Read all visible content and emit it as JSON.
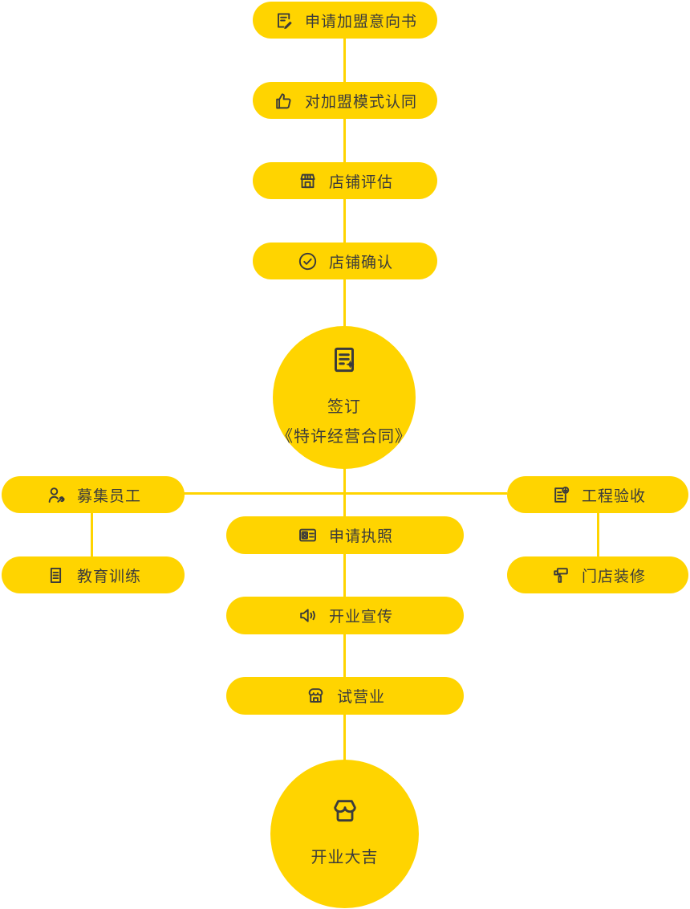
{
  "colors": {
    "node_fill": "#FFD400",
    "connector": "#FFD400",
    "text": "#3B3B3B",
    "background": "#FFFFFF"
  },
  "flow": {
    "top": [
      {
        "label": "申请加盟意向书",
        "icon": "edit-document-icon"
      },
      {
        "label": "对加盟模式认同",
        "icon": "thumbs-up-icon"
      },
      {
        "label": "店铺评估",
        "icon": "storefront-icon"
      },
      {
        "label": "店铺确认",
        "icon": "check-circle-icon"
      }
    ],
    "contract": {
      "line1": "签订",
      "line2": "《特许经营合同》",
      "icon": "contract-icon"
    },
    "left": [
      {
        "label": "募集员工",
        "icon": "recruit-icon"
      },
      {
        "label": "教育训练",
        "icon": "training-icon"
      }
    ],
    "right": [
      {
        "label": "工程验收",
        "icon": "inspection-icon"
      },
      {
        "label": "门店装修",
        "icon": "paint-roller-icon"
      }
    ],
    "center": [
      {
        "label": "申请执照",
        "icon": "license-icon"
      },
      {
        "label": "开业宣传",
        "icon": "megaphone-icon"
      },
      {
        "label": "试营业",
        "icon": "shop-icon"
      }
    ],
    "final": {
      "label": "开业大吉",
      "icon": "store-icon"
    }
  }
}
